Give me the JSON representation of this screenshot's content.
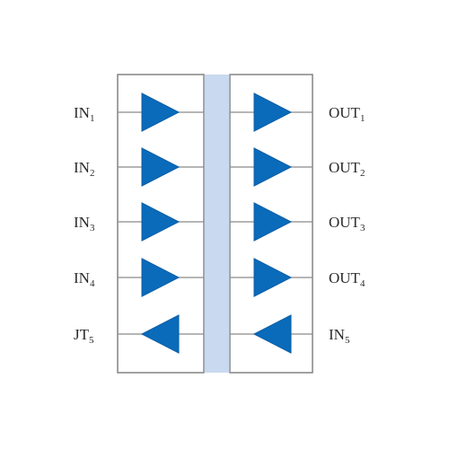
{
  "channels": [
    {
      "left_base": "IN",
      "left_sub": "1",
      "right_base": "OUT",
      "right_sub": "1",
      "direction": "right"
    },
    {
      "left_base": "IN",
      "left_sub": "2",
      "right_base": "OUT",
      "right_sub": "2",
      "direction": "right"
    },
    {
      "left_base": "IN",
      "left_sub": "3",
      "right_base": "OUT",
      "right_sub": "3",
      "direction": "right"
    },
    {
      "left_base": "IN",
      "left_sub": "4",
      "right_base": "OUT",
      "right_sub": "4",
      "direction": "right"
    },
    {
      "left_base": "JT",
      "left_sub": "5",
      "right_base": "IN",
      "right_sub": "5",
      "direction": "left"
    }
  ],
  "colors": {
    "buffer_fill": "#0a6bbb",
    "isolation_bar": "#c9d9ef",
    "outline": "#7a7a7a"
  },
  "icons": {
    "buffer": "triangle-buffer-icon"
  }
}
